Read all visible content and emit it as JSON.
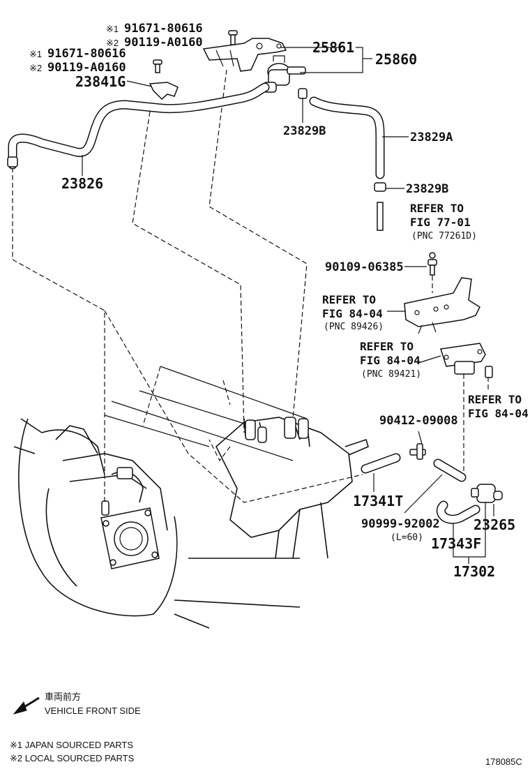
{
  "notes": {
    "mark1_ja": "91671-80616",
    "mark2_ja": "90119-A0160",
    "mark1": "※1",
    "mark2": "※2"
  },
  "labels": {
    "p_25861": "25861",
    "p_25860": "25860",
    "p_23841G": "23841G",
    "p_23829B_top": "23829B",
    "p_23829A": "23829A",
    "p_23826": "23826",
    "p_23829B_bot": "23829B",
    "p_90109": "90109-06385",
    "p_90412": "90412-09008",
    "p_17341T": "17341T",
    "p_90999": "90999-92002",
    "p_90999_len": "(L=60)",
    "p_23265": "23265",
    "p_17343F": "17343F",
    "p_17302": "17302"
  },
  "bolts": {
    "top_1": "91671-80616",
    "top_2": "90119-A0160",
    "left_1": "91671-80616",
    "left_2": "90119-A0160"
  },
  "refs": {
    "r1_line1": "REFER TO",
    "r1_line2": "FIG 77-01",
    "r1_pnc": "(PNC 77261D)",
    "r2_line1": "REFER TO",
    "r2_line2": "FIG 84-04",
    "r2_pnc": "(PNC 89426)",
    "r3_line1": "REFER TO",
    "r3_line2": "FIG 84-04",
    "r3_pnc": "(PNC 89421)",
    "r4_line1": "REFER TO",
    "r4_line2": "FIG 84-04"
  },
  "legend": {
    "direction_ja": "車両前方",
    "direction_en": "VEHICLE FRONT SIDE",
    "note1": "※1 JAPAN SOURCED PARTS",
    "note2": "※2 LOCAL SOURCED PARTS"
  },
  "figure_id": "178085C"
}
